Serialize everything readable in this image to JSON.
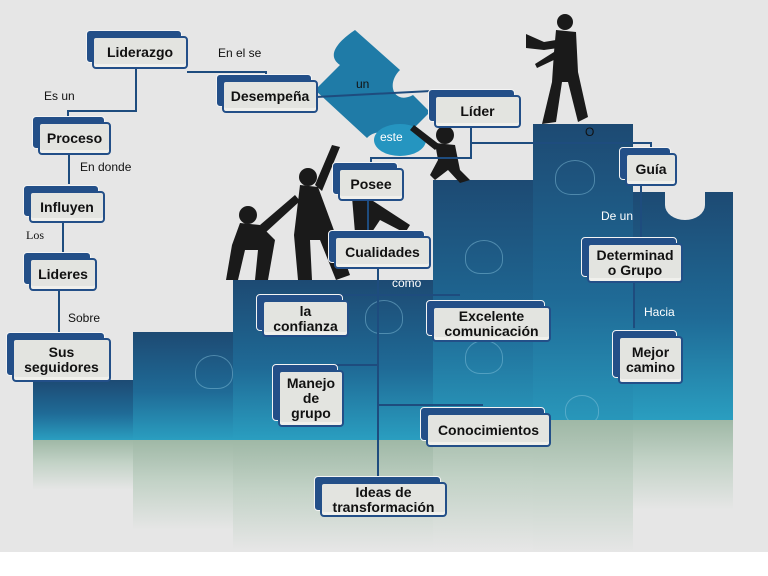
{
  "diagram": {
    "title": "Liderazgo - mapa conceptual",
    "colors": {
      "box_fill": "#e3e4e0",
      "box_border": "#234f88",
      "background": "#e6e6e6",
      "puzzle_dark": "#1d4a73",
      "puzzle_light": "#2a9ec0",
      "puzzle_piece": "#1e7aa6"
    },
    "nodes": {
      "liderazgo": "Liderazgo",
      "desempena": "Desempeña",
      "lider": "Líder",
      "proceso": "Proceso",
      "guia": "Guía",
      "posee": "Posee",
      "influyen": "Influyen",
      "cualidades": "Cualidades",
      "determinado_grupo": "Determinad\no Grupo",
      "lideres": "Lideres",
      "la_confianza": "la\nconfianza",
      "excelente_comunicacion": "Excelente\ncomunicación",
      "mejor_camino": "Mejor\ncamino",
      "sus_seguidores": "Sus\nseguidores",
      "manejo_de_grupo": "Manejo\nde\ngrupo",
      "conocimientos": "Conocimientos",
      "ideas_de_transformacion": "Ideas de\ntransformación"
    },
    "links": {
      "en_el_se": "En el se",
      "es_un": "Es un",
      "un": "un",
      "este": "este",
      "o": "O",
      "en_donde": "En donde",
      "los": "Los",
      "de_un": "De un",
      "como": "como",
      "sobre": "Sobre",
      "hacia": "Hacia"
    },
    "icons": {
      "megaphone_figure": "person-with-megaphone",
      "climbing_figures": "people-climbing",
      "puzzle_piece": "puzzle-piece"
    }
  }
}
